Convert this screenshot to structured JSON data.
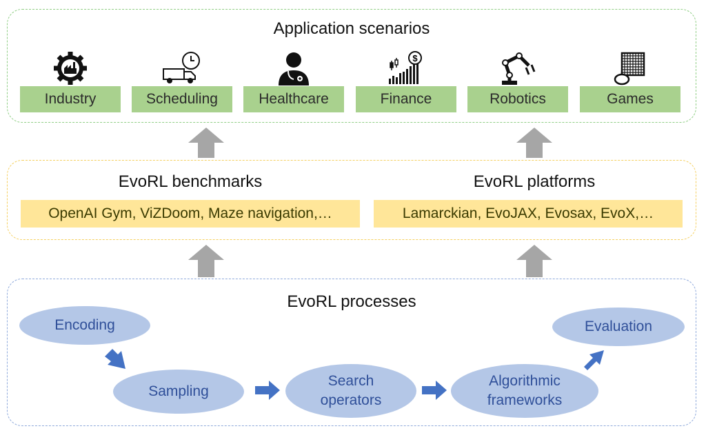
{
  "application": {
    "title": "Application scenarios",
    "items": [
      "Industry",
      "Scheduling",
      "Healthcare",
      "Finance",
      "Robotics",
      "Games"
    ]
  },
  "benchmarks": {
    "title": "EvoRL benchmarks",
    "examples": "OpenAI Gym, ViZDoom, Maze navigation,…"
  },
  "platforms": {
    "title": "EvoRL platforms",
    "examples": "Lamarckian, EvoJAX, Evosax, EvoX,…"
  },
  "processes": {
    "title": "EvoRL processes",
    "steps": [
      "Encoding",
      "Sampling",
      "Search operators",
      "Algorithmic frameworks",
      "Evaluation"
    ]
  },
  "colors": {
    "green": "#a9d18e",
    "yellow": "#ffe699",
    "blue_ellipse": "#b4c7e7",
    "arrow_gray": "#a6a6a6",
    "arrow_blue": "#4472c4"
  },
  "icons": [
    "gear-factory-icon",
    "delivery-truck-clock-icon",
    "doctor-icon",
    "finance-chart-dollar-icon",
    "robot-arm-icon",
    "game-board-icon"
  ]
}
